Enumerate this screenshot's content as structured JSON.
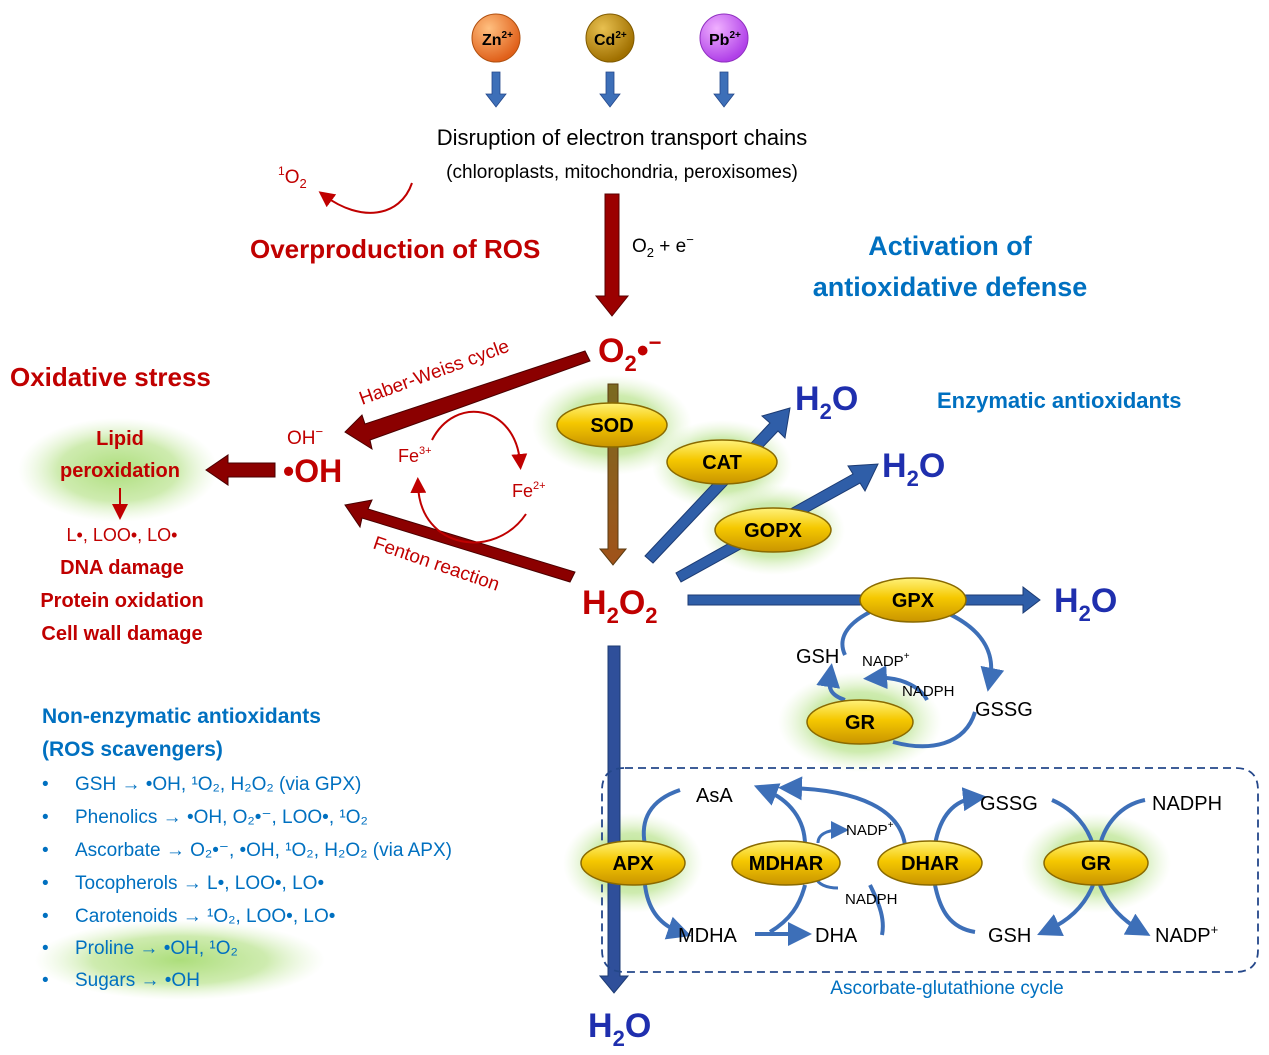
{
  "metals": [
    {
      "label": "Zn",
      "charge": "2+",
      "color": "#f07a20"
    },
    {
      "label": "Cd",
      "charge": "2+",
      "color": "#b8860b"
    },
    {
      "label": "Pb",
      "charge": "2+",
      "color": "#cc66ff"
    }
  ],
  "disruption": {
    "line1": "Disruption of electron transport chains",
    "line2": "(chloroplasts, mitochondria, peroxisomes)"
  },
  "singlet_oxygen": {
    "sup": "1",
    "base": "O",
    "sub": "2"
  },
  "overproduction": "Overproduction of ROS",
  "o2_electron": {
    "base": "O",
    "sub": "2",
    "rest": " + e",
    "sup": "−"
  },
  "activation": {
    "line1": "Activation of",
    "line2": "antioxidative defense"
  },
  "superoxide": {
    "base": "O",
    "sub": "2",
    "rest": "•",
    "sup": "−"
  },
  "oxidative_stress": "Oxidative stress",
  "haber_weiss": "Haber-Weiss cycle",
  "fenton": "Fenton reaction",
  "hydroxyl": {
    "oh_minus_base": "OH",
    "oh_minus_sup": "−",
    "radical": "•OH"
  },
  "iron": {
    "fe3_base": "Fe",
    "fe3_sup": "3+",
    "fe2_base": "Fe",
    "fe2_sup": "2+"
  },
  "lipid": {
    "line1": "Lipid",
    "line2": "peroxidation"
  },
  "damage": {
    "radicals": "L•, LOO•, LO•",
    "dna": "DNA damage",
    "protein": "Protein oxidation",
    "cell_wall": "Cell wall damage"
  },
  "h2o2": {
    "h": "H",
    "sub1": "2",
    "o": "O",
    "sub2": "2"
  },
  "water": {
    "h": "H",
    "sub": "2",
    "o": "O"
  },
  "enzymes": {
    "sod": "SOD",
    "cat": "CAT",
    "gopx": "GOPX",
    "gpx": "GPX",
    "gr": "GR",
    "apx": "APX",
    "mdhar": "MDHAR",
    "dhar": "DHAR",
    "gr2": "GR"
  },
  "enzymatic_heading": "Enzymatic antioxidants",
  "gpx_cycle": {
    "gsh": "GSH",
    "gssg": "GSSG",
    "nadp": "NADP",
    "nadp_sup": "+",
    "nadph": "NADPH"
  },
  "non_enzymatic": {
    "heading1": "Non-enzymatic antioxidants",
    "heading2": "(ROS scavengers)",
    "items": [
      "GSH → •OH, ¹O₂, H₂O₂ (via GPX)",
      "Phenolics → •OH, O₂•⁻, LOO•, ¹O₂",
      "Ascorbate → O₂•⁻, •OH, ¹O₂, H₂O₂ (via APX)",
      "Tocopherols → L•, LOO•, LO•",
      "Carotenoids → ¹O₂, LOO•, LO•",
      "Proline → •OH, ¹O₂",
      "Sugars → •OH"
    ]
  },
  "asc_cycle": {
    "title": "Ascorbate-glutathione cycle",
    "asa": "AsA",
    "mdha": "MDHA",
    "dha": "DHA",
    "gssg": "GSSG",
    "gsh": "GSH",
    "nadph": "NADPH",
    "nadp": "NADP",
    "nadp_sup": "+"
  },
  "colors": {
    "red": "#c00000",
    "darkred": "#8b0000",
    "blue": "#0070c0",
    "navy": "#1f2fae",
    "enzyme_gold": "#f2c200",
    "glow": "#9bd36b"
  }
}
